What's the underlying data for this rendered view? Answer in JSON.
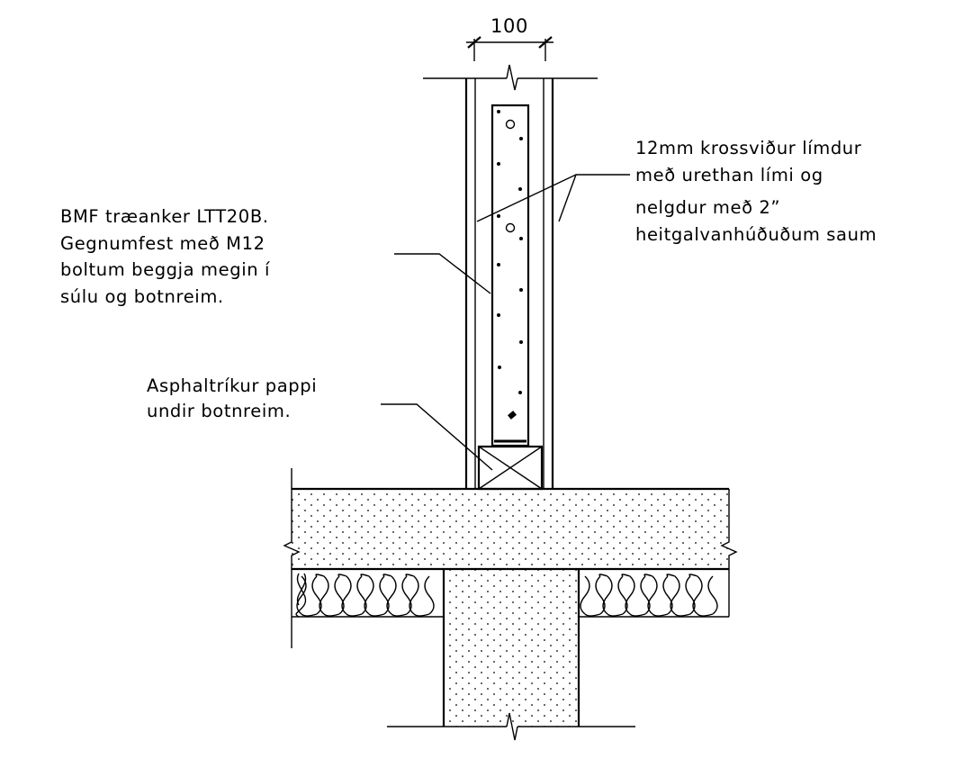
{
  "dimension": {
    "value": "100"
  },
  "labels": {
    "left": [
      "BMF træanker LTT20B.",
      "Gegnumfest með M12",
      "boltum beggja megin í",
      "súlu og botnreim."
    ],
    "right": [
      "12mm krossviður límdur",
      "með urethan lími og",
      "nelgdur með 2”",
      "heitgalvanhúðuðum saum"
    ],
    "bottom_left": [
      "Asphaltríkur pappi",
      "undir botnreim."
    ]
  },
  "colors": {
    "line": "#000000",
    "background": "#ffffff"
  }
}
